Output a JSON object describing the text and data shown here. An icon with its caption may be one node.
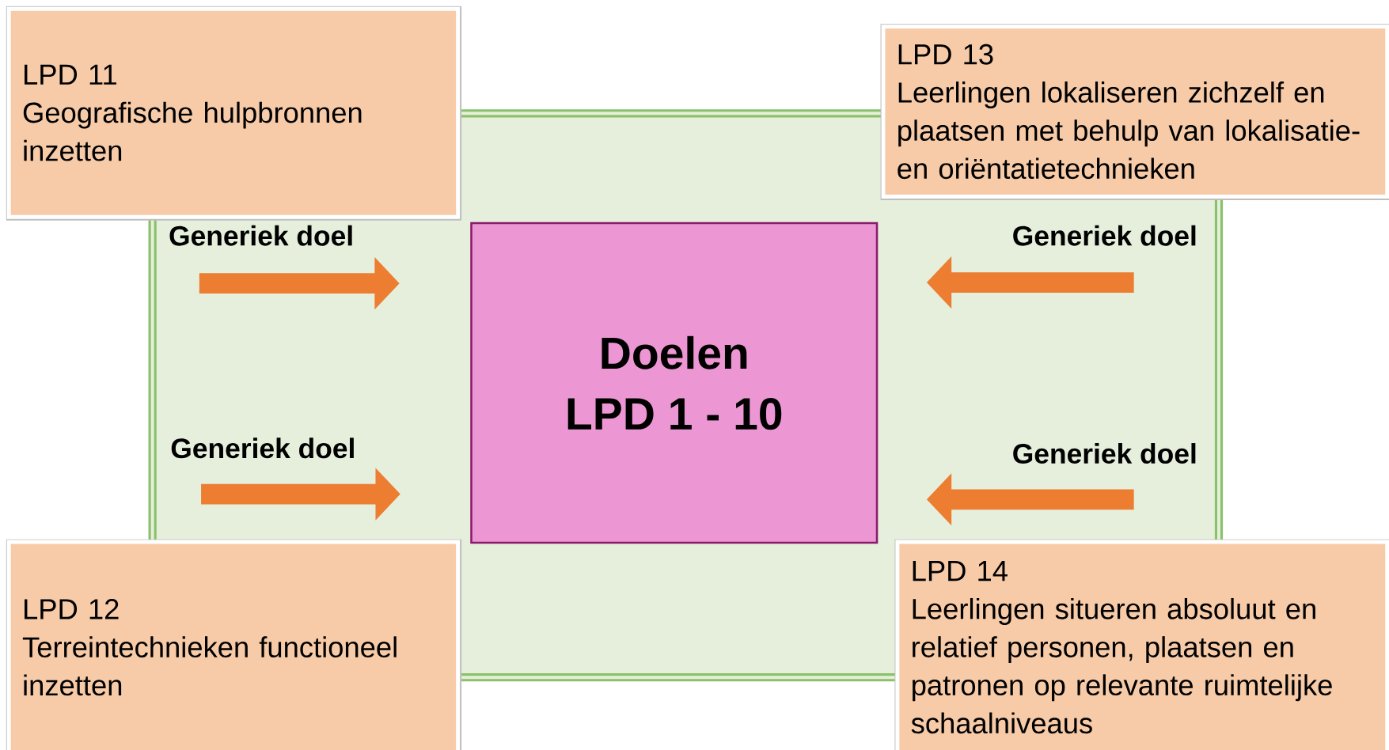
{
  "diagram": {
    "nodes": [
      {
        "text": [],
        "shape": "box"
      },
      {
        "text": [
          "Doelen",
          "LPD 1 - 10"
        ],
        "in": 0
      },
      {
        "text": [
          "LPD 11",
          "Geografische hulpbronnen inzetten"
        ]
      },
      {
        "text": [
          "LPD 13",
          "Leerlingen lokaliseren zichzelf en plaatsen met behulp van lokalisatie- en oriëntatietechnieken"
        ]
      },
      {
        "text": [
          "LPD 12",
          "Terreintechnieken functioneel inzetten"
        ]
      },
      {
        "text": [
          "LPD 14",
          "Leerlingen situeren absoluut en relatief personen, plaatsen en patronen op relevante ruimtelijke schaalniveaus"
        ]
      }
    ],
    "edges": [
      {
        "from": null,
        "to": 1,
        "arrow": "to",
        "label": "Generiek doel"
      },
      {
        "from": null,
        "to": 1,
        "arrow": "to",
        "label": "Generiek doel"
      },
      {
        "from": null,
        "to": 1,
        "arrow": "to",
        "label": "Generiek doel"
      },
      {
        "from": null,
        "to": 1,
        "arrow": "to",
        "label": "Generiek doel"
      }
    ]
  }
}
